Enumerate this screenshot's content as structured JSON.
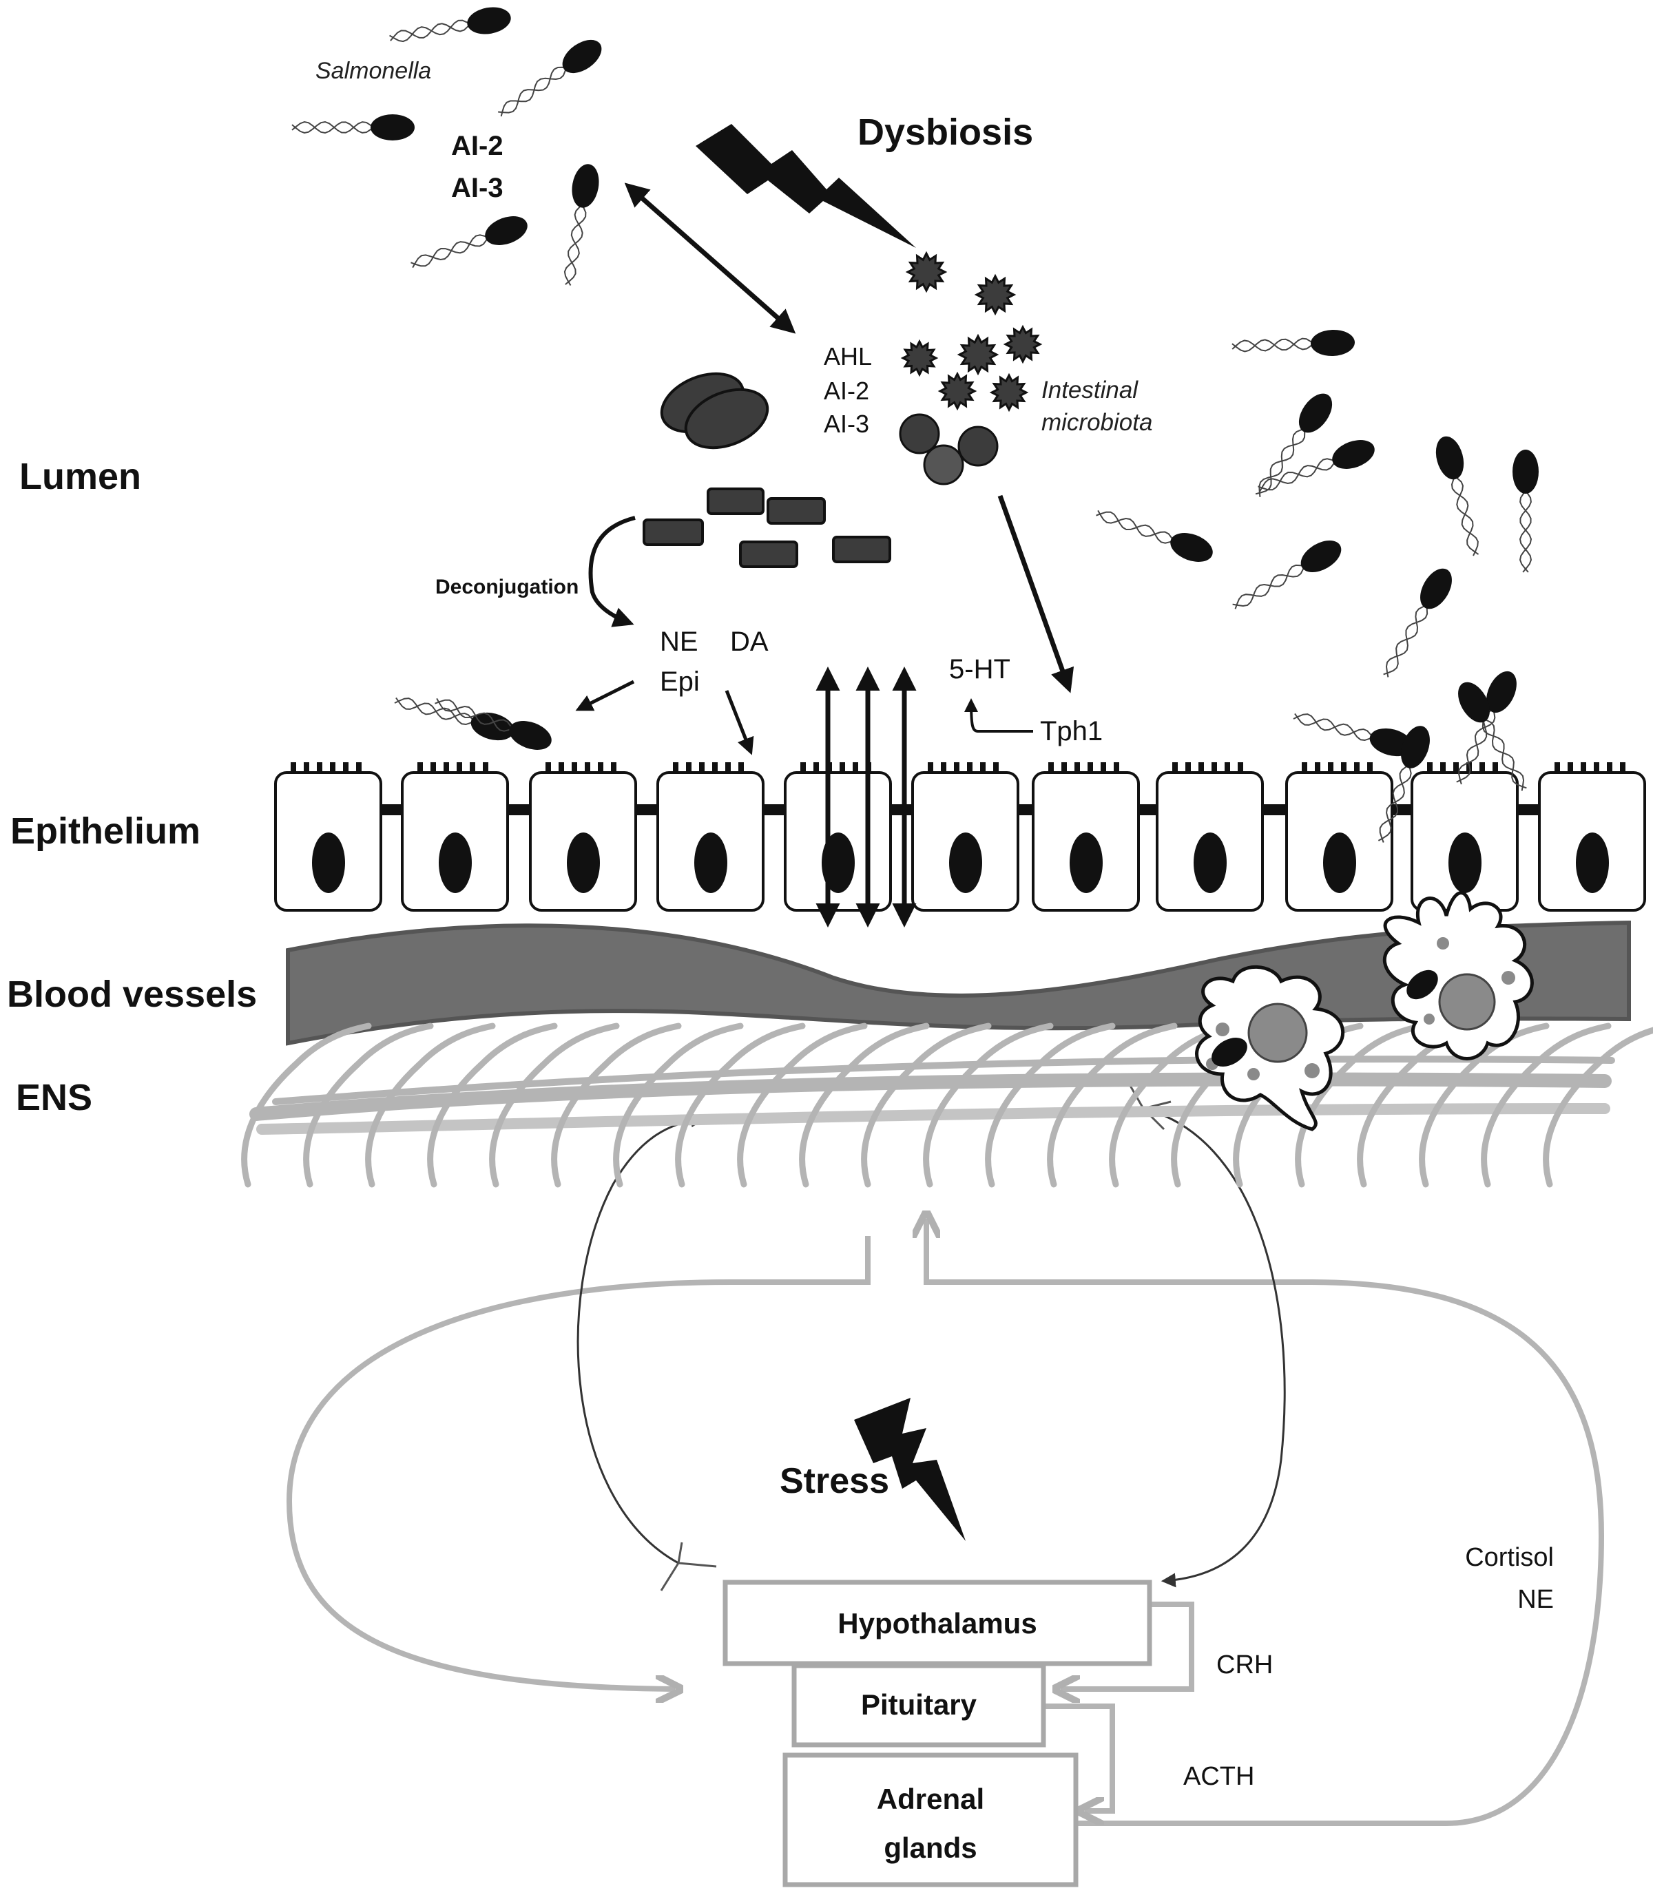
{
  "regions": {
    "lumen": "Lumen",
    "epithelium": "Epithelium",
    "blood_vessels": "Blood vessels",
    "ens": "ENS"
  },
  "lumen_labels": {
    "dysbiosis": "Dysbiosis",
    "salmonella": "Salmonella",
    "salmonella_signals": [
      "AI-2",
      "AI-3"
    ],
    "microbiota_signals": [
      "AHL",
      "AI-2",
      "AI-3"
    ],
    "intestinal_microbiota": [
      "Intestinal",
      "microbiota"
    ],
    "deconjugation": "Deconjugation",
    "catecholamines": {
      "ne": "NE",
      "da": "DA",
      "epi": "Epi"
    },
    "serotonin": "5-HT",
    "tph1": "Tph1"
  },
  "hpa_axis": {
    "stress": "Stress",
    "hypothalamus": "Hypothalamus",
    "pituitary": "Pituitary",
    "adrenal": [
      "Adrenal",
      "glands"
    ],
    "crh": "CRH",
    "acth": "ACTH",
    "cortisol": "Cortisol",
    "ne": "NE"
  },
  "colors": {
    "bacteria": "#111111",
    "microbiota": "#3c3c3c",
    "blood_vessel": "#6e6e6e",
    "ens": "#b4b4b4",
    "hpa_box": "#a8a8a8",
    "hpa_arrow": "#b4b4b4"
  }
}
